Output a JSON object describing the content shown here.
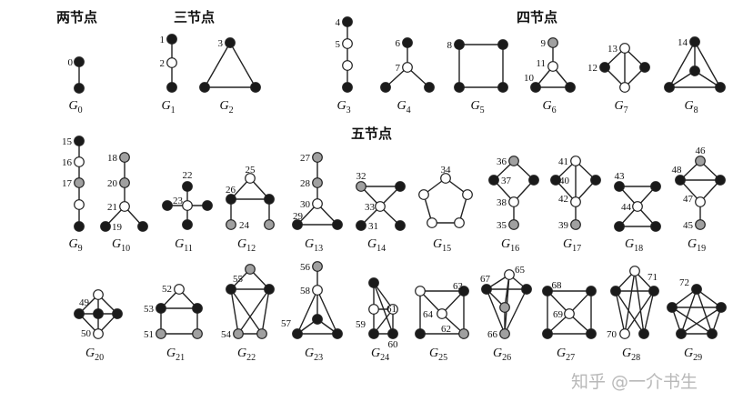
{
  "headers": [
    "两节点",
    "三节点",
    "四节点",
    "五节点"
  ],
  "watermark": "知乎 @一介书生",
  "colors": {
    "black": "#1a1a1a",
    "white": "#ffffff",
    "gray": "#a0a0a0"
  },
  "graphs": [
    {
      "id": "G0",
      "letter": "G",
      "sub": "0",
      "nodes": [
        {
          "c": "b",
          "label": "0"
        },
        {
          "c": "b"
        }
      ],
      "edges": [
        [
          0,
          1
        ]
      ]
    },
    {
      "id": "G1",
      "letter": "G",
      "sub": "1",
      "nodes": [
        {
          "c": "b",
          "label": "1"
        },
        {
          "c": "w",
          "label": "2"
        },
        {
          "c": "b"
        }
      ],
      "edges": [
        [
          0,
          1
        ],
        [
          1,
          2
        ]
      ]
    },
    {
      "id": "G2",
      "letter": "G",
      "sub": "2",
      "nodes": [
        {
          "c": "b",
          "label": "3"
        },
        {
          "c": "b"
        },
        {
          "c": "b"
        }
      ],
      "edges": [
        [
          0,
          1
        ],
        [
          0,
          2
        ],
        [
          1,
          2
        ]
      ]
    },
    {
      "id": "G3",
      "letter": "G",
      "sub": "3",
      "nodes": [
        {
          "c": "b",
          "label": "4"
        },
        {
          "c": "w",
          "label": "5"
        },
        {
          "c": "w"
        },
        {
          "c": "b"
        }
      ],
      "edges": [
        [
          0,
          1
        ],
        [
          1,
          2
        ],
        [
          2,
          3
        ]
      ]
    },
    {
      "id": "G4",
      "letter": "G",
      "sub": "4",
      "nodes": [
        {
          "c": "b",
          "label": "6"
        },
        {
          "c": "w",
          "label": "7"
        },
        {
          "c": "b"
        },
        {
          "c": "b"
        }
      ],
      "edges": [
        [
          0,
          1
        ],
        [
          1,
          2
        ],
        [
          1,
          3
        ]
      ]
    },
    {
      "id": "G5",
      "letter": "G",
      "sub": "5",
      "nodes": [
        {
          "c": "b",
          "label": "8"
        },
        {
          "c": "b"
        },
        {
          "c": "b"
        },
        {
          "c": "b"
        }
      ],
      "edges": [
        [
          0,
          1
        ],
        [
          1,
          2
        ],
        [
          2,
          3
        ],
        [
          3,
          0
        ]
      ]
    },
    {
      "id": "G6",
      "letter": "G",
      "sub": "6",
      "nodes": [
        {
          "c": "g",
          "label": "9"
        },
        {
          "c": "w",
          "label": "11"
        },
        {
          "c": "b",
          "label": "10"
        },
        {
          "c": "b"
        }
      ],
      "edges": [
        [
          0,
          1
        ],
        [
          1,
          2
        ],
        [
          1,
          3
        ],
        [
          2,
          3
        ]
      ]
    },
    {
      "id": "G7",
      "letter": "G",
      "sub": "7",
      "nodes": [
        {
          "c": "w",
          "label": "13"
        },
        {
          "c": "b",
          "label": "12"
        },
        {
          "c": "b"
        },
        {
          "c": "w"
        }
      ],
      "edges": [
        [
          0,
          1
        ],
        [
          0,
          2
        ],
        [
          1,
          3
        ],
        [
          2,
          3
        ],
        [
          0,
          3
        ]
      ]
    },
    {
      "id": "G8",
      "letter": "G",
      "sub": "8",
      "nodes": [
        {
          "c": "b",
          "label": "14"
        },
        {
          "c": "b"
        },
        {
          "c": "b"
        },
        {
          "c": "b"
        }
      ],
      "edges": [
        [
          0,
          1
        ],
        [
          0,
          2
        ],
        [
          1,
          2
        ],
        [
          0,
          3
        ],
        [
          1,
          3
        ],
        [
          2,
          3
        ]
      ]
    },
    {
      "id": "G9",
      "letter": "G",
      "sub": "9",
      "nodes": [
        {
          "c": "b",
          "label": "15"
        },
        {
          "c": "w",
          "label": "16"
        },
        {
          "c": "g",
          "label": "17"
        },
        {
          "c": "w"
        },
        {
          "c": "b"
        }
      ],
      "edges": [
        [
          0,
          1
        ],
        [
          1,
          2
        ],
        [
          2,
          3
        ],
        [
          3,
          4
        ]
      ]
    },
    {
      "id": "G10",
      "letter": "G",
      "sub": "10",
      "nodes": [
        {
          "c": "g",
          "label": "18"
        },
        {
          "c": "g",
          "label": "20"
        },
        {
          "c": "w",
          "label": "21"
        },
        {
          "c": "b",
          "label": "19"
        },
        {
          "c": "b"
        }
      ],
      "edges": [
        [
          0,
          1
        ],
        [
          1,
          2
        ],
        [
          2,
          3
        ],
        [
          2,
          4
        ]
      ]
    },
    {
      "id": "G11",
      "letter": "G",
      "sub": "11",
      "nodes": [
        {
          "c": "b",
          "label": "22"
        },
        {
          "c": "w",
          "label": "23"
        },
        {
          "c": "b"
        },
        {
          "c": "b"
        },
        {
          "c": "b"
        }
      ],
      "edges": [
        [
          0,
          1
        ],
        [
          1,
          2
        ],
        [
          1,
          3
        ],
        [
          1,
          4
        ]
      ]
    },
    {
      "id": "G12",
      "letter": "G",
      "sub": "12",
      "nodes": [
        {
          "c": "w",
          "label": "25"
        },
        {
          "c": "b",
          "label": "26"
        },
        {
          "c": "b"
        },
        {
          "c": "g",
          "label": "24"
        },
        {
          "c": "g"
        }
      ],
      "edges": [
        [
          0,
          1
        ],
        [
          0,
          2
        ],
        [
          1,
          2
        ],
        [
          1,
          3
        ],
        [
          2,
          4
        ]
      ]
    },
    {
      "id": "G13",
      "letter": "G",
      "sub": "13",
      "nodes": [
        {
          "c": "g",
          "label": "27"
        },
        {
          "c": "g",
          "label": "28"
        },
        {
          "c": "w",
          "label": "30"
        },
        {
          "c": "b",
          "label": "29"
        },
        {
          "c": "b"
        }
      ],
      "edges": [
        [
          0,
          1
        ],
        [
          1,
          2
        ],
        [
          2,
          3
        ],
        [
          2,
          4
        ],
        [
          3,
          4
        ]
      ]
    },
    {
      "id": "G14",
      "letter": "G",
      "sub": "14",
      "nodes": [
        {
          "c": "g",
          "label": "32"
        },
        {
          "c": "b"
        },
        {
          "c": "w",
          "label": "33"
        },
        {
          "c": "b",
          "label": "31"
        },
        {
          "c": "b"
        }
      ],
      "edges": [
        [
          0,
          1
        ],
        [
          0,
          2
        ],
        [
          1,
          2
        ],
        [
          2,
          3
        ],
        [
          2,
          4
        ]
      ]
    },
    {
      "id": "G15",
      "letter": "G",
      "sub": "15",
      "nodes": [
        {
          "c": "w",
          "label": "34"
        },
        {
          "c": "w"
        },
        {
          "c": "w"
        },
        {
          "c": "w"
        },
        {
          "c": "w"
        }
      ],
      "edges": [
        [
          0,
          1
        ],
        [
          1,
          2
        ],
        [
          2,
          3
        ],
        [
          3,
          4
        ],
        [
          4,
          0
        ]
      ]
    },
    {
      "id": "G16",
      "letter": "G",
      "sub": "16",
      "nodes": [
        {
          "c": "g",
          "label": "36"
        },
        {
          "c": "b",
          "label": "37"
        },
        {
          "c": "b"
        },
        {
          "c": "w",
          "label": "38"
        },
        {
          "c": "g",
          "label": "35"
        }
      ],
      "edges": [
        [
          0,
          1
        ],
        [
          0,
          2
        ],
        [
          1,
          3
        ],
        [
          2,
          3
        ],
        [
          3,
          4
        ]
      ]
    },
    {
      "id": "G17",
      "letter": "G",
      "sub": "17",
      "nodes": [
        {
          "c": "w",
          "label": "41"
        },
        {
          "c": "b",
          "label": "40"
        },
        {
          "c": "b"
        },
        {
          "c": "w",
          "label": "42"
        },
        {
          "c": "g",
          "label": "39"
        }
      ],
      "edges": [
        [
          0,
          1
        ],
        [
          0,
          2
        ],
        [
          0,
          3
        ],
        [
          1,
          3
        ],
        [
          2,
          3
        ],
        [
          3,
          4
        ]
      ]
    },
    {
      "id": "G18",
      "letter": "G",
      "sub": "18",
      "nodes": [
        {
          "c": "b",
          "label": "43"
        },
        {
          "c": "b"
        },
        {
          "c": "w",
          "label": "44"
        },
        {
          "c": "b"
        },
        {
          "c": "b"
        }
      ],
      "edges": [
        [
          0,
          1
        ],
        [
          0,
          2
        ],
        [
          1,
          2
        ],
        [
          2,
          3
        ],
        [
          2,
          4
        ],
        [
          3,
          4
        ]
      ]
    },
    {
      "id": "G19",
      "letter": "G",
      "sub": "19",
      "nodes": [
        {
          "c": "g",
          "label": "46"
        },
        {
          "c": "b",
          "label": "48"
        },
        {
          "c": "b"
        },
        {
          "c": "w",
          "label": "47"
        },
        {
          "c": "g",
          "label": "45"
        }
      ],
      "edges": [
        [
          0,
          1
        ],
        [
          0,
          2
        ],
        [
          1,
          2
        ],
        [
          1,
          3
        ],
        [
          2,
          3
        ],
        [
          3,
          4
        ]
      ]
    },
    {
      "id": "G20",
      "letter": "G",
      "sub": "20",
      "nodes": [
        {
          "c": "w",
          "label": "49"
        },
        {
          "c": "b"
        },
        {
          "c": "b"
        },
        {
          "c": "b"
        },
        {
          "c": "w",
          "label": "50"
        }
      ],
      "edges": [
        [
          0,
          1
        ],
        [
          0,
          3
        ],
        [
          1,
          4
        ],
        [
          3,
          4
        ],
        [
          0,
          2
        ],
        [
          1,
          2
        ],
        [
          2,
          3
        ],
        [
          2,
          4
        ]
      ]
    },
    {
      "id": "G21",
      "letter": "G",
      "sub": "21",
      "nodes": [
        {
          "c": "w",
          "label": "52"
        },
        {
          "c": "b",
          "label": "53"
        },
        {
          "c": "b"
        },
        {
          "c": "g",
          "label": "51"
        },
        {
          "c": "g"
        }
      ],
      "edges": [
        [
          0,
          1
        ],
        [
          0,
          2
        ],
        [
          1,
          2
        ],
        [
          1,
          3
        ],
        [
          2,
          4
        ],
        [
          3,
          4
        ]
      ]
    },
    {
      "id": "G22",
      "letter": "G",
      "sub": "22",
      "nodes": [
        {
          "c": "g",
          "label": "55"
        },
        {
          "c": "b"
        },
        {
          "c": "b"
        },
        {
          "c": "g",
          "label": "54"
        },
        {
          "c": "g"
        }
      ],
      "edges": [
        [
          1,
          0
        ],
        [
          1,
          2
        ],
        [
          1,
          3
        ],
        [
          1,
          4
        ],
        [
          0,
          2
        ],
        [
          2,
          3
        ],
        [
          2,
          4
        ],
        [
          3,
          4
        ]
      ]
    },
    {
      "id": "G23",
      "letter": "G",
      "sub": "23",
      "nodes": [
        {
          "c": "g",
          "label": "56"
        },
        {
          "c": "w",
          "label": "58"
        },
        {
          "c": "b"
        },
        {
          "c": "b",
          "label": "57"
        },
        {
          "c": "b"
        }
      ],
      "edges": [
        [
          0,
          1
        ],
        [
          1,
          2
        ],
        [
          1,
          3
        ],
        [
          1,
          4
        ],
        [
          2,
          3
        ],
        [
          2,
          4
        ],
        [
          3,
          4
        ]
      ]
    },
    {
      "id": "G24",
      "letter": "G",
      "sub": "24",
      "nodes": [
        {
          "c": "b"
        },
        {
          "c": "w",
          "label": "59"
        },
        {
          "c": "w",
          "label": "61"
        },
        {
          "c": "b"
        },
        {
          "c": "b",
          "label": "60"
        }
      ],
      "edges": [
        [
          0,
          1
        ],
        [
          0,
          2
        ],
        [
          0,
          4
        ],
        [
          1,
          2
        ],
        [
          1,
          3
        ],
        [
          2,
          3
        ],
        [
          2,
          4
        ],
        [
          3,
          4
        ]
      ]
    },
    {
      "id": "G25",
      "letter": "G",
      "sub": "25",
      "nodes": [
        {
          "c": "w"
        },
        {
          "c": "b",
          "label": "63"
        },
        {
          "c": "w",
          "label": "64"
        },
        {
          "c": "b"
        },
        {
          "c": "g",
          "label": "62"
        }
      ],
      "edges": [
        [
          0,
          1
        ],
        [
          0,
          2
        ],
        [
          0,
          3
        ],
        [
          1,
          2
        ],
        [
          1,
          4
        ],
        [
          2,
          4
        ],
        [
          3,
          4
        ]
      ]
    },
    {
      "id": "G26",
      "letter": "G",
      "sub": "26",
      "nodes": [
        {
          "c": "b",
          "label": "67"
        },
        {
          "c": "w",
          "label": "65"
        },
        {
          "c": "g"
        },
        {
          "c": "b"
        },
        {
          "c": "g",
          "label": "66"
        }
      ],
      "edges": [
        [
          0,
          1
        ],
        [
          0,
          2
        ],
        [
          0,
          3
        ],
        [
          0,
          4
        ],
        [
          1,
          2
        ],
        [
          1,
          3
        ],
        [
          1,
          4
        ],
        [
          2,
          4
        ],
        [
          3,
          4
        ]
      ]
    },
    {
      "id": "G27",
      "letter": "G",
      "sub": "27",
      "nodes": [
        {
          "c": "b",
          "label": "68"
        },
        {
          "c": "b"
        },
        {
          "c": "w",
          "label": "69"
        },
        {
          "c": "b"
        },
        {
          "c": "b"
        }
      ],
      "edges": [
        [
          0,
          1
        ],
        [
          0,
          2
        ],
        [
          0,
          3
        ],
        [
          1,
          2
        ],
        [
          1,
          4
        ],
        [
          2,
          3
        ],
        [
          2,
          4
        ],
        [
          3,
          4
        ]
      ]
    },
    {
      "id": "G28",
      "letter": "G",
      "sub": "28",
      "nodes": [
        {
          "c": "w"
        },
        {
          "c": "b"
        },
        {
          "c": "b",
          "label": "71"
        },
        {
          "c": "w",
          "label": "70"
        },
        {
          "c": "b"
        }
      ],
      "edges": [
        [
          0,
          1
        ],
        [
          0,
          2
        ],
        [
          0,
          3
        ],
        [
          0,
          4
        ],
        [
          1,
          2
        ],
        [
          1,
          3
        ],
        [
          1,
          4
        ],
        [
          2,
          3
        ],
        [
          2,
          4
        ]
      ]
    },
    {
      "id": "G29",
      "letter": "G",
      "sub": "29",
      "nodes": [
        {
          "c": "b",
          "label": "72"
        },
        {
          "c": "b"
        },
        {
          "c": "b"
        },
        {
          "c": "b"
        },
        {
          "c": "b"
        }
      ],
      "edges": [
        [
          0,
          1
        ],
        [
          0,
          2
        ],
        [
          0,
          3
        ],
        [
          0,
          4
        ],
        [
          1,
          2
        ],
        [
          1,
          3
        ],
        [
          1,
          4
        ],
        [
          2,
          3
        ],
        [
          2,
          4
        ],
        [
          3,
          4
        ]
      ]
    }
  ]
}
